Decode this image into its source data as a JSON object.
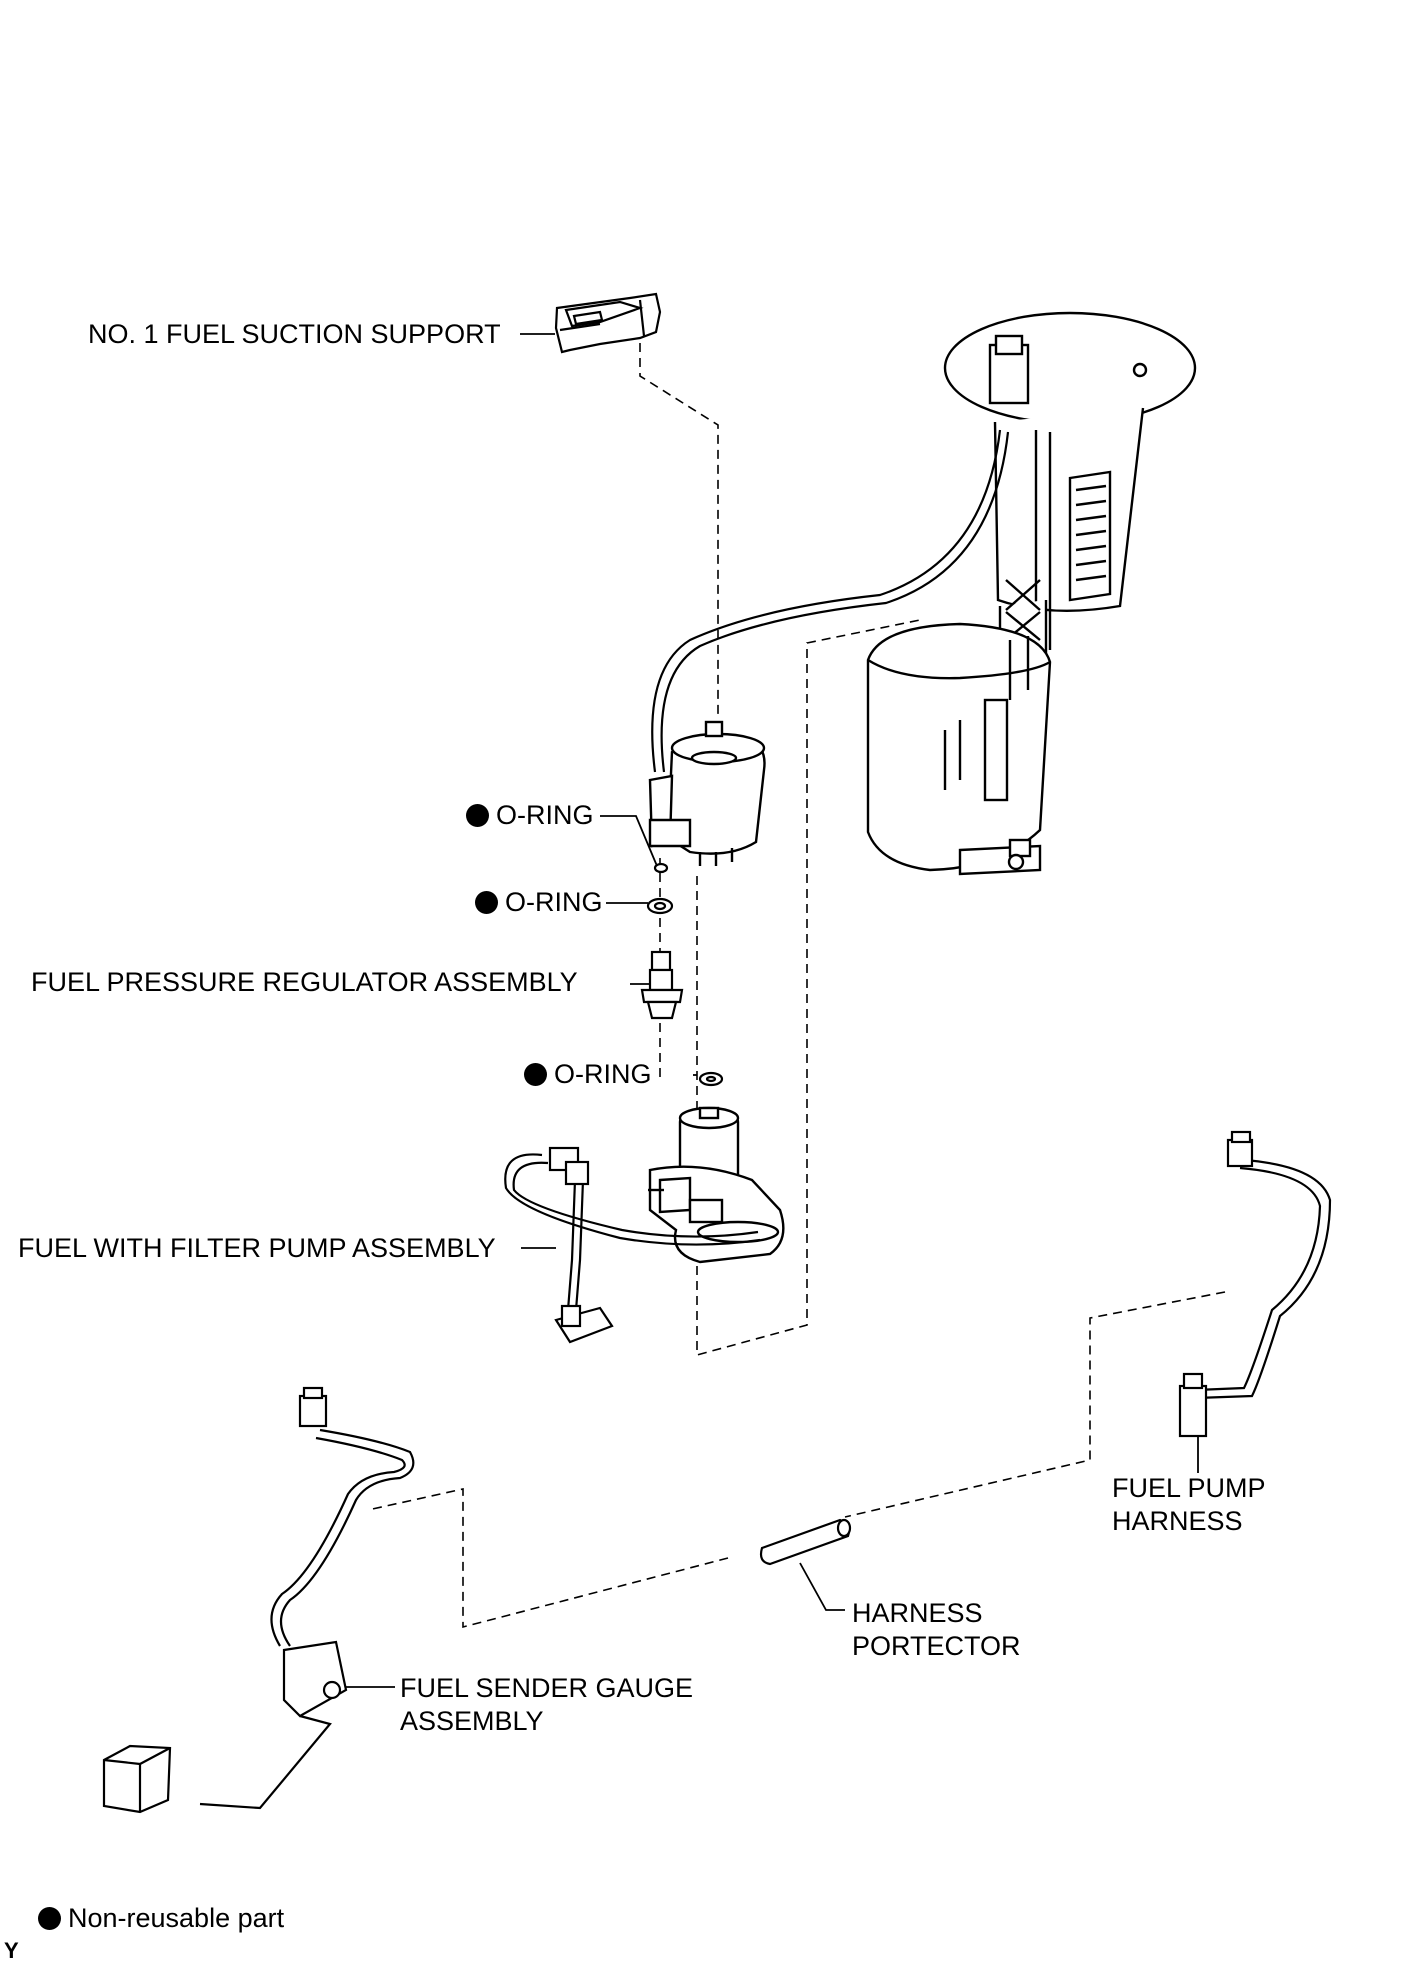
{
  "labels": {
    "fuel_suction_support": "NO. 1 FUEL SUCTION SUPPORT",
    "o_ring_1": "O-RING",
    "o_ring_2": "O-RING",
    "fuel_pressure_regulator": "FUEL PRESSURE REGULATOR ASSEMBLY",
    "o_ring_3": "O-RING",
    "fuel_with_filter_pump": "FUEL WITH FILTER PUMP ASSEMBLY",
    "fuel_pump_harness_line1": "FUEL PUMP",
    "fuel_pump_harness_line2": "HARNESS",
    "harness_protector_line1": "HARNESS",
    "harness_protector_line2": "PORTECTOR",
    "fuel_sender_gauge_line1": "FUEL SENDER GAUGE",
    "fuel_sender_gauge_line2": "ASSEMBLY"
  },
  "legend": {
    "non_reusable": "Non-reusable part"
  },
  "figure_code": "Y",
  "colors": {
    "line": "#000000",
    "background": "#ffffff"
  }
}
